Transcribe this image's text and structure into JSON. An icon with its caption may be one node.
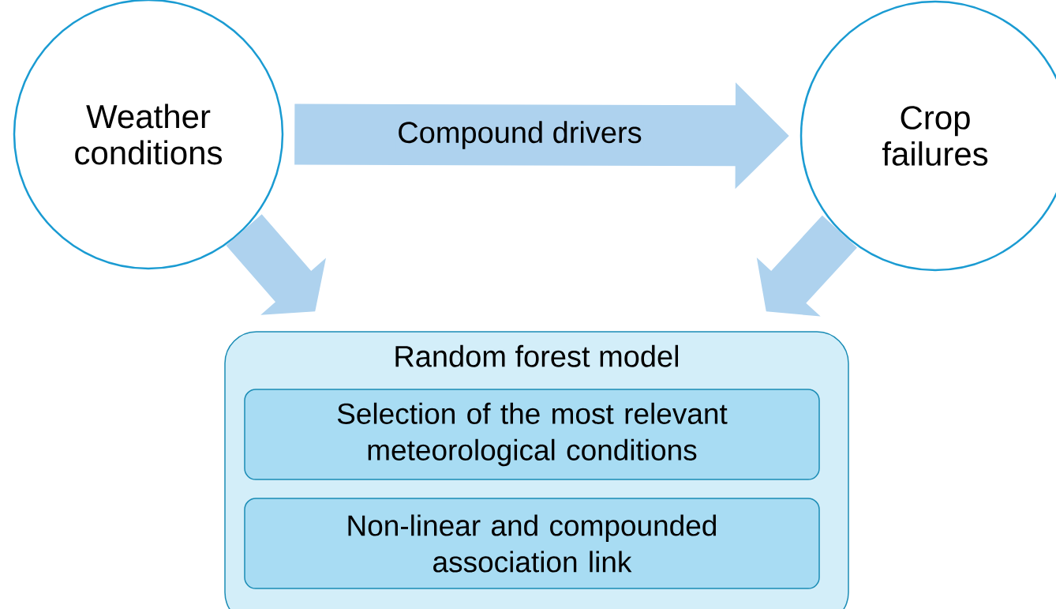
{
  "diagram": {
    "nodes": [
      {
        "text": [
          "Weather conditions"
        ]
      },
      {
        "text": [
          "Crop failures"
        ]
      },
      {
        "text": [
          "Random forest model"
        ]
      },
      {
        "text": [
          "Selection of the most relevant meteorological conditions"
        ],
        "in": 2
      },
      {
        "text": [
          "Non-linear and compounded association link"
        ],
        "in": 2
      }
    ],
    "edges": [
      {
        "from": 0,
        "to": 1,
        "arrow": "to",
        "label": "Compound drivers"
      },
      {
        "from": 0,
        "to": 2,
        "arrow": "to"
      },
      {
        "from": 1,
        "to": 2,
        "arrow": "to"
      }
    ]
  }
}
